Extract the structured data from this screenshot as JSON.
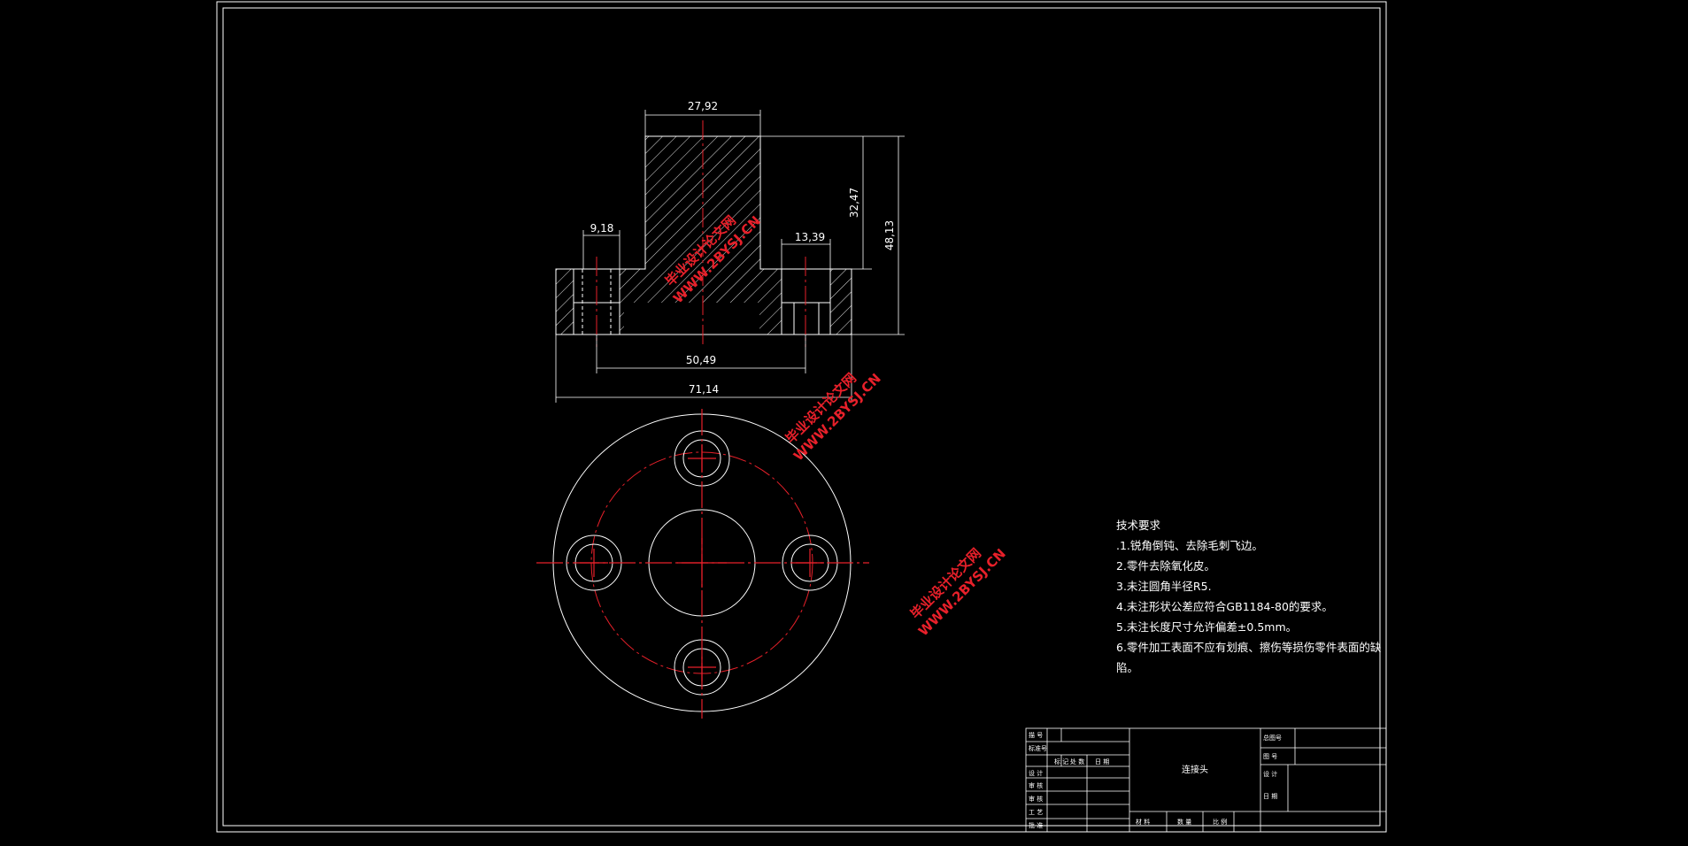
{
  "drawing": {
    "dimensions": {
      "top_width": "27,92",
      "left_hole": "9,18",
      "right_hole": "13,39",
      "step_height": "32,47",
      "total_height": "48,13",
      "bolt_spacing": "50,49",
      "overall_width": "71,14"
    },
    "tech_requirements": {
      "title": "技术要求",
      "items": [
        ".1.锐角倒钝、去除毛刺飞边。",
        "2.零件去除氧化皮。",
        "3.未注圆角半径R5.",
        "4.未注形状公差应符合GB1184-80的要求。",
        "5.未注长度尺寸允许偏差±0.5mm。",
        "6.零件加工表面不应有划痕、擦伤等损伤零件表面的缺",
        "陷。"
      ]
    },
    "title_block": {
      "part_name": "连接头",
      "left_labels": [
        "描 号",
        "标准号",
        "设 计",
        "审 核",
        "审 核",
        "工 艺",
        "批 准"
      ],
      "rev_headers": [
        "标 记",
        "处 数",
        "日 期"
      ],
      "bottom_headers": [
        "材 料",
        "数 量",
        "比 例"
      ],
      "right_labels": [
        "总图号",
        "图 号",
        "设 计",
        "日 期"
      ]
    },
    "watermarks": [
      {
        "cn": "毕业设计论文网",
        "url": "WWW.2BYSJ.CN"
      },
      {
        "cn": "毕业设计论文网",
        "url": "WWW.2BYSJ.CN"
      },
      {
        "cn": "毕业设计论文网",
        "url": "WWW.2BYSJ.CN"
      }
    ],
    "colors": {
      "background": "#000000",
      "lines": "#ffffff",
      "center_lines": "#e8202a",
      "watermark": "#e8202a"
    }
  }
}
